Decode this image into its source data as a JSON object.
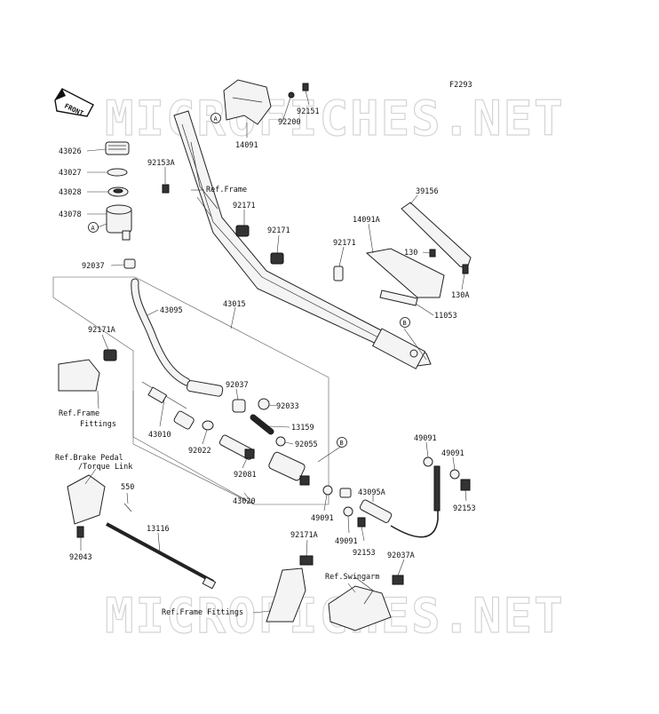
{
  "figure_code": "F2293",
  "watermark": "MICROFICHES.NET",
  "front_badge": "FRONT",
  "callouts": {
    "a": "A",
    "b": "B"
  },
  "parts": [
    {
      "id": "p43026",
      "label": "43026"
    },
    {
      "id": "p43027",
      "label": "43027"
    },
    {
      "id": "p43028",
      "label": "43028"
    },
    {
      "id": "p43078",
      "label": "43078"
    },
    {
      "id": "p92037a",
      "label": "92037"
    },
    {
      "id": "p92153a",
      "label": "92153A"
    },
    {
      "id": "p14091",
      "label": "14091"
    },
    {
      "id": "p92200",
      "label": "92200"
    },
    {
      "id": "p92151",
      "label": "92151"
    },
    {
      "id": "p92171a",
      "label": "92171"
    },
    {
      "id": "p92171b",
      "label": "92171"
    },
    {
      "id": "p92171c",
      "label": "92171"
    },
    {
      "id": "p14091a",
      "label": "14091A"
    },
    {
      "id": "p39156",
      "label": "39156"
    },
    {
      "id": "p130",
      "label": "130"
    },
    {
      "id": "p130a",
      "label": "130A"
    },
    {
      "id": "p11053",
      "label": "11053"
    },
    {
      "id": "p43095",
      "label": "43095"
    },
    {
      "id": "p43015",
      "label": "43015"
    },
    {
      "id": "p92171A1",
      "label": "92171A"
    },
    {
      "id": "p92037b",
      "label": "92037"
    },
    {
      "id": "p92033",
      "label": "92033"
    },
    {
      "id": "p13159",
      "label": "13159"
    },
    {
      "id": "p92055",
      "label": "92055"
    },
    {
      "id": "p43010",
      "label": "43010"
    },
    {
      "id": "p92022",
      "label": "92022"
    },
    {
      "id": "p92081",
      "label": "92081"
    },
    {
      "id": "p43020",
      "label": "43020"
    },
    {
      "id": "p49091a",
      "label": "49091"
    },
    {
      "id": "p49091b",
      "label": "49091"
    },
    {
      "id": "p49091c",
      "label": "49091"
    },
    {
      "id": "p49091d",
      "label": "49091"
    },
    {
      "id": "p92153b",
      "label": "92153"
    },
    {
      "id": "p92153c",
      "label": "92153"
    },
    {
      "id": "p43095a",
      "label": "43095A"
    },
    {
      "id": "p550",
      "label": "550"
    },
    {
      "id": "p92043",
      "label": "92043"
    },
    {
      "id": "p13116",
      "label": "13116"
    },
    {
      "id": "p92171A2",
      "label": "92171A"
    },
    {
      "id": "p92037A",
      "label": "92037A"
    }
  ],
  "references": {
    "frame": "Ref.Frame",
    "frame_fittings_1": "Ref.Frame",
    "frame_fittings_2": "Fittings",
    "brake_pedal_1": "Ref.Brake Pedal",
    "brake_pedal_2": "/Torque Link",
    "swingarm": "Ref.Swingarm",
    "frame_fittings_bottom": "Ref.Frame Fittings"
  }
}
